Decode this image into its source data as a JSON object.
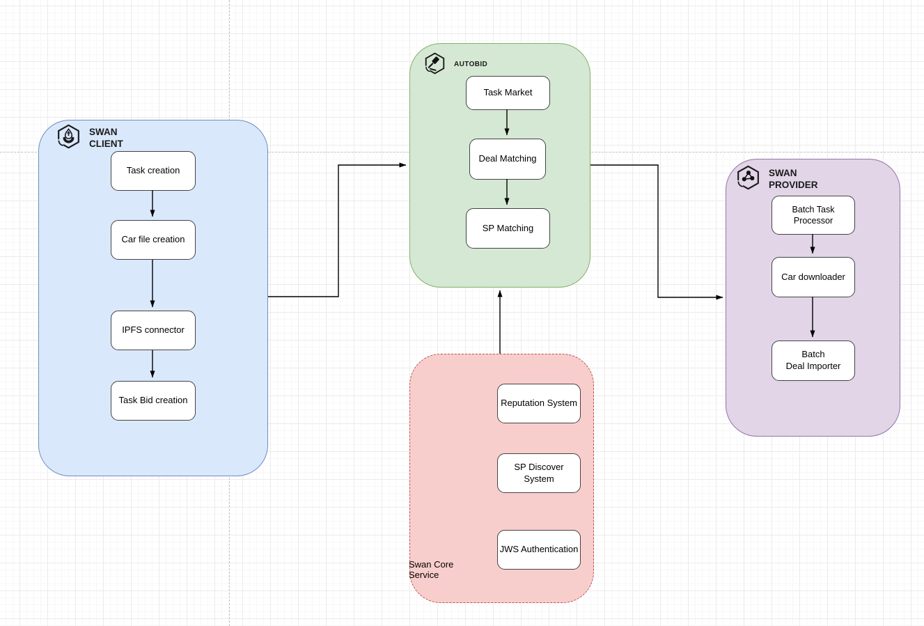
{
  "diagram": {
    "containers": [
      {
        "id": "swan-client",
        "title": "SWAN\nCLIENT",
        "icon": "swan-client-logo-icon",
        "fill": "#dae8fc",
        "border_color": "#6c8ebf",
        "nodes": [
          {
            "label": "Task creation"
          },
          {
            "label": "Car file creation"
          },
          {
            "label": "IPFS connector"
          },
          {
            "label": "Task Bid creation"
          }
        ]
      },
      {
        "id": "autobid",
        "title": "AUTOBID",
        "icon": "autobid-gavel-icon",
        "fill": "#d5e8d4",
        "border_color": "#82b366",
        "nodes": [
          {
            "label": "Task Market"
          },
          {
            "label": "Deal Matching"
          },
          {
            "label": "SP Matching"
          }
        ]
      },
      {
        "id": "swan-provider",
        "title": "SWAN\nPROVIDER",
        "icon": "swan-provider-network-icon",
        "fill": "#e1d5e7",
        "border_color": "#9673a6",
        "nodes": [
          {
            "label": "Batch Task Processor"
          },
          {
            "label": "Car downloader"
          },
          {
            "label": "Batch\nDeal Importer"
          }
        ]
      },
      {
        "id": "swan-core-service",
        "title": "Swan Core\nService",
        "fill": "#f8cecc",
        "border_color": "#b85450",
        "border_style": "dashed",
        "nodes": [
          {
            "label": "Reputation System"
          },
          {
            "label": "SP Discover System"
          },
          {
            "label": "JWS Authentication"
          }
        ]
      }
    ],
    "edges": [
      {
        "from": "swan-client",
        "to": "autobid"
      },
      {
        "from": "autobid",
        "to": "swan-provider"
      },
      {
        "from": "swan-core-service",
        "to": "autobid"
      },
      {
        "from": "Task creation",
        "to": "Car file creation"
      },
      {
        "from": "Car file creation",
        "to": "IPFS connector"
      },
      {
        "from": "IPFS connector",
        "to": "Task Bid creation"
      },
      {
        "from": "Task Market",
        "to": "Deal Matching"
      },
      {
        "from": "Deal Matching",
        "to": "SP Matching"
      },
      {
        "from": "Batch Task Processor",
        "to": "Car downloader"
      },
      {
        "from": "Car downloader",
        "to": "Batch Deal Importer"
      }
    ]
  }
}
